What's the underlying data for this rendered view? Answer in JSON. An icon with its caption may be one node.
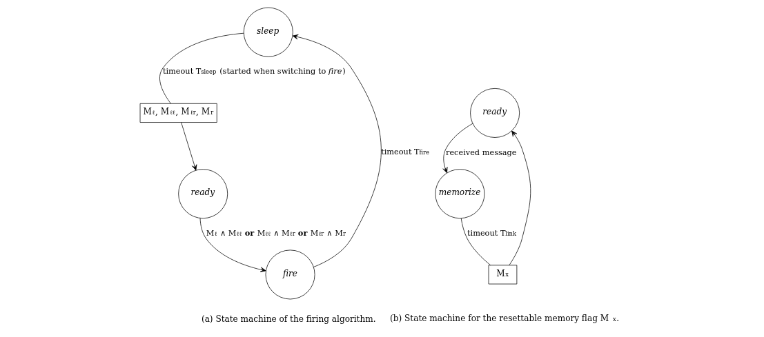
{
  "diagram": {
    "nodes": [
      {
        "text": [
          "sleep"
        ]
      },
      {
        "text": [
          "M$_{ℓ}$, M$_{ℓℓ}$, M$_{ℓr}$, M$_{r}$"
        ]
      },
      {
        "text": [
          "ready"
        ]
      },
      {
        "text": [
          "fire"
        ]
      },
      {
        "text": [
          "ready"
        ]
      },
      {
        "text": [
          "M$_{x}$"
        ]
      },
      {
        "text": [
          "memorize"
        ]
      }
    ],
    "edges": [
      {
        "from": 0,
        "to": 1,
        "arrow": "none",
        "label": "timeout T$_{sleep}$ (started when switching to *fire*)"
      },
      {
        "from": 1,
        "to": 2,
        "arrow": "to"
      },
      {
        "from": 2,
        "to": 3,
        "arrow": "to",
        "label": "M$_{ℓ}$ ∧ M$_{ℓℓ}$ **or** M$_{ℓℓ}$ ∧ M$_{ℓr}$ **or** M$_{ℓr}$ ∧ M$_{r}$"
      },
      {
        "from": 3,
        "to": 0,
        "arrow": "to",
        "label": "timeout T$_{fire}$"
      },
      {
        "from": 4,
        "to": 6,
        "arrow": "to",
        "label": "received message"
      },
      {
        "from": 6,
        "to": 5,
        "arrow": "none",
        "label": "timeout T$_{link}$"
      },
      {
        "from": 5,
        "to": 4,
        "arrow": "to"
      }
    ],
    "labels": [
      "(a) State machine of the firing algorithm.",
      "(b) State machine for the resettable memory flag M$_{x}$."
    ]
  }
}
